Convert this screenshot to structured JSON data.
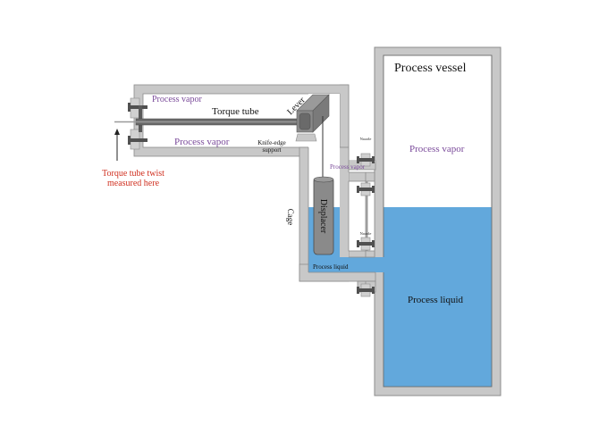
{
  "diagram": {
    "title": "Displacer level instrument with torque tube",
    "labels": {
      "process_vessel": "Process vessel",
      "vessel_vapor": "Process vapor",
      "vessel_liquid": "Process liquid",
      "cage_vapor_top": "Process vapor",
      "cage_vapor_bottom": "Process vapor",
      "torque_tube": "Torque tube",
      "lever": "Lever",
      "knife_edge_line1": "Knife-edge",
      "knife_edge_line2": "support",
      "nozzle_upper": "Nozzle",
      "nozzle_lower": "Nozzle",
      "pipe_vapor": "Process vapor",
      "displacer": "Displacer",
      "cage": "Cage",
      "cage_liquid": "Process liquid",
      "twist_line1": "Torque tube twist",
      "twist_line2": "measured here"
    },
    "colors": {
      "wall": "#c8c8c8",
      "wall_edge": "#8c8c8c",
      "liquid": "#62a8dc",
      "vapor_text": "#7a4a9a",
      "annotation_text": "#d03020",
      "metal": "#808080",
      "metal_dark": "#5a5a5a"
    }
  }
}
